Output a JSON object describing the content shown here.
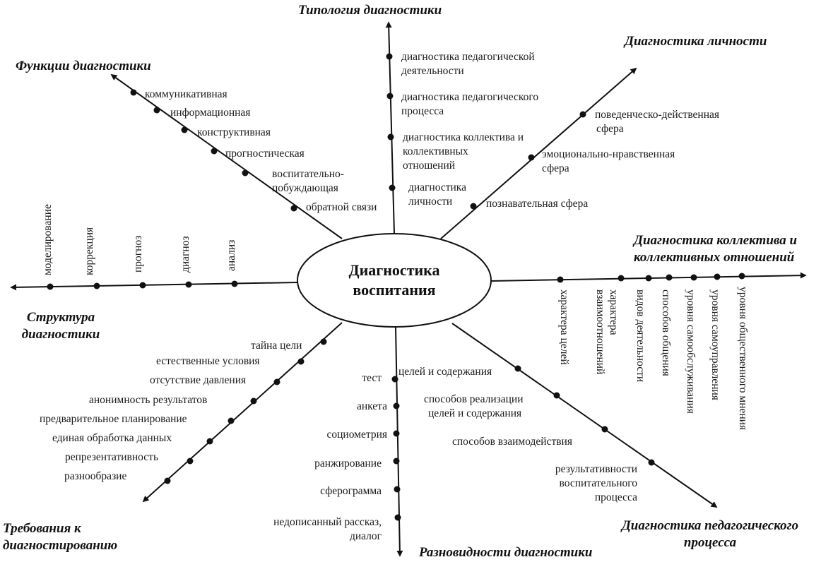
{
  "center": {
    "line1": "Диагностика",
    "line2": "воспитания"
  },
  "typology": {
    "title": "Типология диагностики",
    "items": [
      [
        "диагностика педагогической",
        "деятельности"
      ],
      [
        "диагностика педагогического",
        "процесса"
      ],
      [
        "диагностика коллектива и",
        "коллективных",
        "отношений"
      ],
      [
        "диагностика",
        "личности"
      ]
    ]
  },
  "personality": {
    "title": "Диагностика личности",
    "items": [
      [
        "поведенческо-действенная",
        "сфера"
      ],
      [
        "эмоционально-нравственная",
        "сфера"
      ],
      [
        "познавательная сфера"
      ]
    ]
  },
  "collective": {
    "title_line1": "Диагностика коллектива и",
    "title_line2": "коллективных отношений",
    "items": [
      [
        "характера целей"
      ],
      [
        "характера",
        "взаимоотношений"
      ],
      [
        "видов деятельности"
      ],
      [
        "способов общения"
      ],
      [
        "уровня самообслуживания"
      ],
      [
        "уровня самоуправления"
      ],
      [
        "уровня общественного мнения"
      ]
    ]
  },
  "process": {
    "title_line1": "Диагностика педагогического",
    "title_line2": "процесса",
    "items": [
      [
        "целей и содержания"
      ],
      [
        "способов реализации",
        "целей и  содержания"
      ],
      [
        "способов взаимодействия"
      ],
      [
        "результативности",
        "воспитательного",
        "процесса"
      ]
    ]
  },
  "varieties": {
    "title": "Разновидности диагностики",
    "items": [
      [
        "тест"
      ],
      [
        "анкета"
      ],
      [
        "социометрия"
      ],
      [
        "ранжирование"
      ],
      [
        "сферограмма"
      ],
      [
        "недописанный рассказ,",
        "диалог"
      ]
    ]
  },
  "requirements": {
    "title_line1": "Требования  к",
    "title_line2": "диагностированию",
    "items": [
      "тайна цели",
      "естественные условия",
      "отсутствие давления",
      "анонимность результатов",
      "предварительное планирование",
      "единая обработка данных",
      "репрезентативность",
      "разнообразие"
    ]
  },
  "structure": {
    "title_line1": "Структура",
    "title_line2": "диагностики",
    "items": [
      "моделирование",
      "коррекция",
      "прогноз",
      "диагноз",
      "анализ"
    ]
  },
  "functions": {
    "title": "Функции диагностики",
    "items": [
      [
        "коммуникативная"
      ],
      [
        "информационная"
      ],
      [
        "конструктивная"
      ],
      [
        "прогностическая"
      ],
      [
        "воспитательно-",
        "побуждающая"
      ],
      [
        "обратной связи"
      ]
    ]
  }
}
